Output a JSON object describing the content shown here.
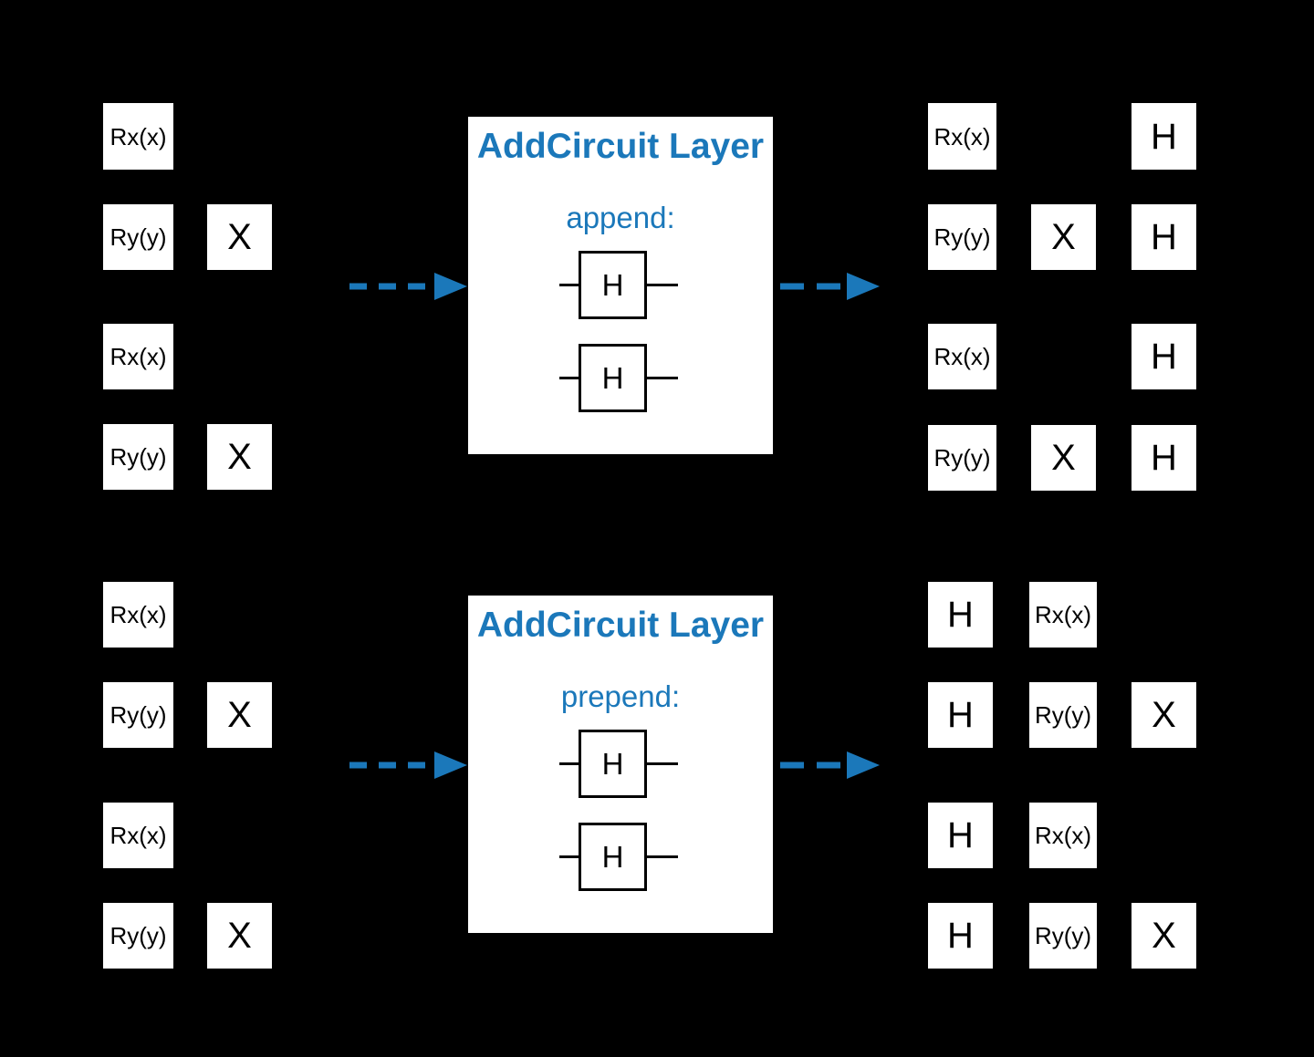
{
  "colors": {
    "background": "#000000",
    "accent": "#1b78ba",
    "box_fill": "#ffffff",
    "box_text": "#000000",
    "panel_fill": "#ffffff",
    "wire": "#000000"
  },
  "icons": {
    "flow_arrow": "dashed-right-arrow"
  },
  "panels": {
    "append": {
      "title": "AddCircuit Layer",
      "mode": "append:",
      "gates": [
        "H",
        "H"
      ]
    },
    "prepend": {
      "title": "AddCircuit Layer",
      "mode": "prepend:",
      "gates": [
        "H",
        "H"
      ]
    }
  },
  "circuits": {
    "input_top": {
      "gates": [
        "Rx(x)",
        "Ry(y)",
        "X",
        "Rx(x)",
        "Ry(y)",
        "X"
      ],
      "rows": [
        [
          "Rx(x)"
        ],
        [
          "Ry(y)",
          "X"
        ],
        [
          "Rx(x)"
        ],
        [
          "Ry(y)",
          "X"
        ]
      ]
    },
    "output_top": {
      "gates": [
        "Rx(x)",
        "H",
        "Ry(y)",
        "X",
        "H",
        "Rx(x)",
        "H",
        "Ry(y)",
        "X",
        "H"
      ],
      "rows": [
        [
          "Rx(x)",
          "H"
        ],
        [
          "Ry(y)",
          "X",
          "H"
        ],
        [
          "Rx(x)",
          "H"
        ],
        [
          "Ry(y)",
          "X",
          "H"
        ]
      ]
    },
    "input_bottom": {
      "gates": [
        "Rx(x)",
        "Ry(y)",
        "X",
        "Rx(x)",
        "Ry(y)",
        "X"
      ],
      "rows": [
        [
          "Rx(x)"
        ],
        [
          "Ry(y)",
          "X"
        ],
        [
          "Rx(x)"
        ],
        [
          "Ry(y)",
          "X"
        ]
      ]
    },
    "output_bottom": {
      "gates": [
        "H",
        "Rx(x)",
        "H",
        "Ry(y)",
        "X",
        "H",
        "Rx(x)",
        "H",
        "Ry(y)",
        "X"
      ],
      "rows": [
        [
          "H",
          "Rx(x)"
        ],
        [
          "H",
          "Ry(y)",
          "X"
        ],
        [
          "H",
          "Rx(x)"
        ],
        [
          "H",
          "Ry(y)",
          "X"
        ]
      ]
    }
  }
}
